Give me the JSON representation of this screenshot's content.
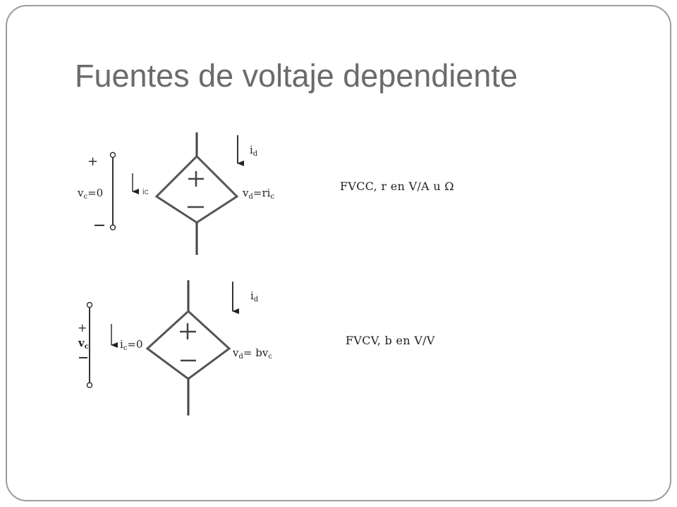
{
  "slide": {
    "title": "Fuentes de voltaje dependiente"
  },
  "diagram1": {
    "id_label": {
      "main": "i",
      "sub": "d"
    },
    "vc_label": {
      "main": "v",
      "sub": "c",
      "rest": "=0"
    },
    "vd_label": {
      "main": "v",
      "sub": "d",
      "rest": "=ri",
      "sub2": "c"
    },
    "ic_image_label": "ic",
    "description": "FVCC, r en V/A u Ω"
  },
  "diagram2": {
    "id_label": {
      "main": "i",
      "sub": "d"
    },
    "vc_label": {
      "main": "v",
      "sub": "c"
    },
    "ic_label": {
      "main": "i",
      "sub": "c",
      "rest": "=0"
    },
    "vd_label": {
      "main": "v",
      "sub": "d",
      "rest": "= bv",
      "sub2": "c"
    },
    "description": "FVCV,  b en V/V"
  }
}
